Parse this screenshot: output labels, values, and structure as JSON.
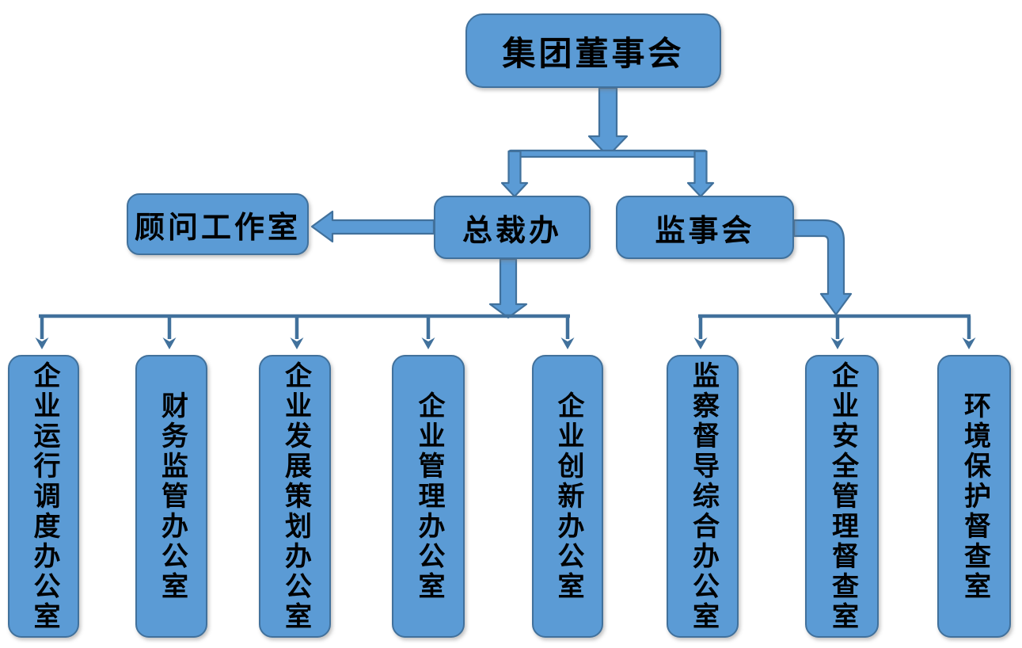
{
  "diagram": {
    "type": "org-chart",
    "colors": {
      "node_fill": "#5B9BD5",
      "node_border": "#41719C",
      "connector": "#41719C",
      "text": "#000000",
      "background": "#ffffff"
    },
    "nodes": {
      "board": {
        "label": "集团董事会",
        "level": 1
      },
      "advisor": {
        "label": "顾问工作室",
        "level": 2
      },
      "president": {
        "label": "总裁办",
        "level": 2
      },
      "supervisory": {
        "label": "监事会",
        "level": 2
      },
      "dept1": {
        "label": "企业运行调度办公室",
        "level": 3
      },
      "dept2": {
        "label": "财务监管办公室",
        "level": 3
      },
      "dept3": {
        "label": "企业发展策划办公室",
        "level": 3
      },
      "dept4": {
        "label": "企业管理办公室",
        "level": 3
      },
      "dept5": {
        "label": "企业创新办公室",
        "level": 3
      },
      "dept6": {
        "label": "监察督导综合办公室",
        "level": 3
      },
      "dept7": {
        "label": "企业安全管理督查室",
        "level": 3
      },
      "dept8": {
        "label": "环境保护督查室",
        "level": 3
      }
    },
    "edges": [
      {
        "from": "集团董事会",
        "to": "总裁办"
      },
      {
        "from": "集团董事会",
        "to": "监事会"
      },
      {
        "from": "总裁办",
        "to": "顾问工作室"
      },
      {
        "from": "总裁办",
        "to": "企业运行调度办公室"
      },
      {
        "from": "总裁办",
        "to": "财务监管办公室"
      },
      {
        "from": "总裁办",
        "to": "企业发展策划办公室"
      },
      {
        "from": "总裁办",
        "to": "企业管理办公室"
      },
      {
        "from": "总裁办",
        "to": "企业创新办公室"
      },
      {
        "from": "监事会",
        "to": "监察督导综合办公室"
      },
      {
        "from": "监事会",
        "to": "企业安全管理督查室"
      },
      {
        "from": "监事会",
        "to": "环境保护督查室"
      }
    ]
  }
}
